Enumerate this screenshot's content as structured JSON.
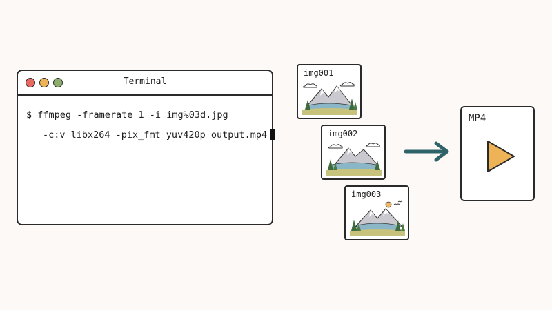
{
  "terminal": {
    "title": "Terminal",
    "line1": "$ ffmpeg -framerate 1 -i img%03d.jpg",
    "line2": "-c:v libx264 -pix_fmt yuv420p output.mp4"
  },
  "frames": [
    {
      "label": "img001"
    },
    {
      "label": "img002"
    },
    {
      "label": "img003"
    }
  ],
  "output": {
    "label": "MP4"
  },
  "colors": {
    "arrow": "#2e6369",
    "play": "#eeb356",
    "close_dot": "#e66a62",
    "minimize_dot": "#eeb356",
    "maximize_dot": "#8cae6c"
  },
  "icons": {
    "play": "play-icon",
    "arrow": "arrow-right-icon",
    "landscape": "mountain-landscape-icon"
  }
}
